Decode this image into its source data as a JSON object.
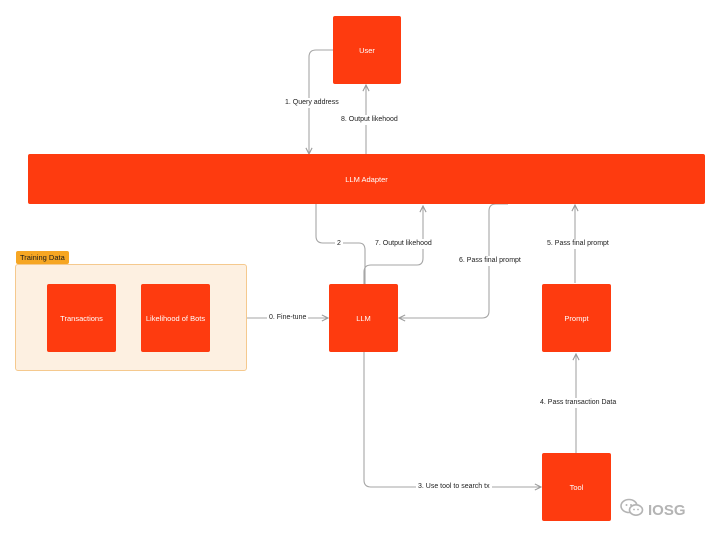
{
  "group": {
    "title": "Training Data"
  },
  "nodes": {
    "user": "User",
    "llm_adapter": "LLM Adapter",
    "transactions": "Transactions",
    "likelihood_of_bots": "Likelihood of Bots",
    "llm": "LLM",
    "prompt": "Prompt",
    "tool": "Tool"
  },
  "edge_labels": {
    "query_address": "1. Query address",
    "output_likehood_8": "8. Output likehood",
    "two": "2",
    "output_likehood_7": "7. Output likehood",
    "pass_final_prompt_6": "6. Pass final prompt",
    "pass_final_prompt_5": "5. Pass final prompt",
    "fine_tune": "0. Fine-tune",
    "pass_transaction_data": "4. Pass transaction Data",
    "use_tool": "3. Use tool to search tx"
  },
  "watermark": {
    "text": "IOSG",
    "icon": "wechat-icon"
  },
  "colors": {
    "node": "#fe3b0f",
    "group_fill": "#fdf0e1",
    "group_border": "#f5c98e",
    "group_tag": "#f6a623",
    "edge": "#a6a6a6"
  }
}
